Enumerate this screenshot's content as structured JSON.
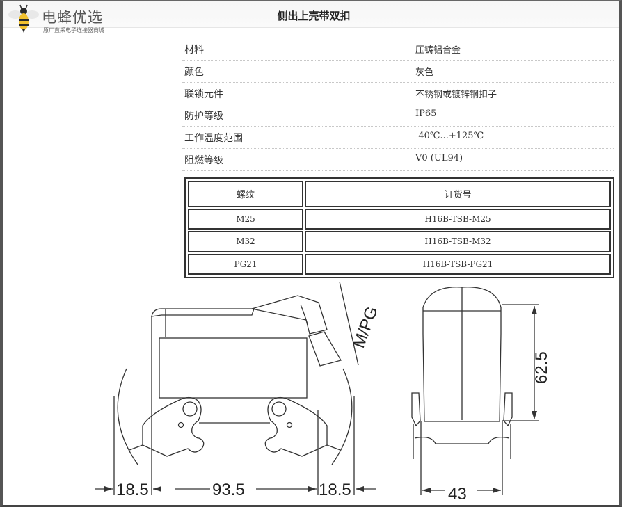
{
  "header": {
    "logo": {
      "icon": "bee-icon",
      "brand": "电蜂优选",
      "slogan": "原厂直采电子连接器商城"
    },
    "title": "侧出上壳带双扣"
  },
  "specs": [
    {
      "label": "材料",
      "value": "压铸铝合金"
    },
    {
      "label": "颜色",
      "value": "灰色"
    },
    {
      "label": "联锁元件",
      "value": "不锈钢或镀锌钢扣子"
    },
    {
      "label": "防护等级",
      "value": "IP65"
    },
    {
      "label": "工作温度范围",
      "value": "-40℃...+125℃"
    },
    {
      "label": "阻燃等级",
      "value": "V0 (UL94)"
    }
  ],
  "order_table": {
    "headers": [
      "螺纹",
      "订货号"
    ],
    "rows": [
      [
        "M25",
        "H16B-TSB-M25"
      ],
      [
        "M32",
        "H16B-TSB-M32"
      ],
      [
        "PG21",
        "H16B-TSB-PG21"
      ]
    ]
  },
  "drawing": {
    "side_view": {
      "thread_label": "M/PG",
      "dims": [
        "18.5",
        "93.5",
        "18.5"
      ]
    },
    "front_view": {
      "height": "62.5",
      "width": "43"
    }
  }
}
